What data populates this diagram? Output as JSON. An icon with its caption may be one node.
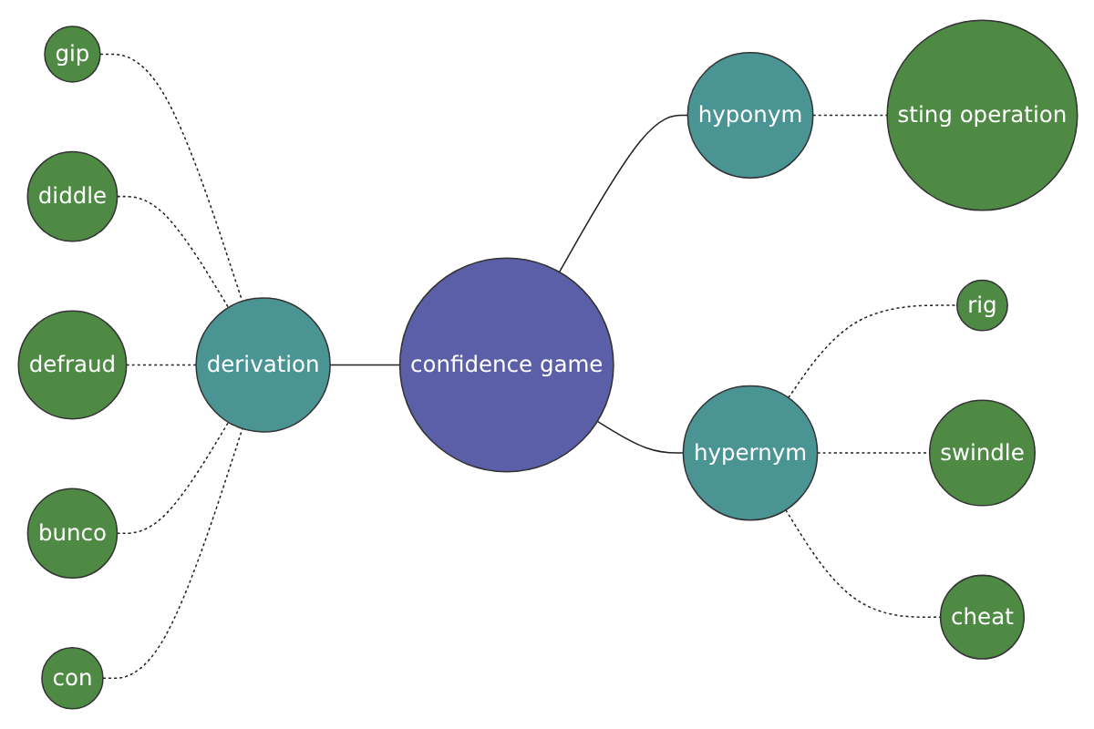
{
  "diagram": {
    "nodes": [
      {
        "text": [
          "confidence game"
        ]
      },
      {
        "text": [
          "hyponym"
        ]
      },
      {
        "text": [
          "sting operation"
        ]
      },
      {
        "text": [
          "hypernym"
        ]
      },
      {
        "text": [
          "rig"
        ]
      },
      {
        "text": [
          "swindle"
        ]
      },
      {
        "text": [
          "cheat"
        ]
      },
      {
        "text": [
          "derivation"
        ]
      },
      {
        "text": [
          "gip"
        ]
      },
      {
        "text": [
          "diddle"
        ]
      },
      {
        "text": [
          "defraud"
        ]
      },
      {
        "text": [
          "bunco"
        ]
      },
      {
        "text": [
          "con"
        ]
      }
    ],
    "edges": [
      {
        "from": 7,
        "to": 0,
        "arrow": "none"
      },
      {
        "from": 0,
        "to": 1,
        "arrow": "none"
      },
      {
        "from": 0,
        "to": 3,
        "arrow": "none"
      },
      {
        "from": 1,
        "to": 2,
        "arrow": "none",
        "style": "dashed"
      },
      {
        "from": 3,
        "to": 4,
        "arrow": "none",
        "style": "dashed"
      },
      {
        "from": 3,
        "to": 5,
        "arrow": "none",
        "style": "dashed"
      },
      {
        "from": 3,
        "to": 6,
        "arrow": "none",
        "style": "dashed"
      },
      {
        "from": 8,
        "to": 7,
        "arrow": "none",
        "style": "dashed"
      },
      {
        "from": 9,
        "to": 7,
        "arrow": "none",
        "style": "dashed"
      },
      {
        "from": 10,
        "to": 7,
        "arrow": "none",
        "style": "dashed"
      },
      {
        "from": 11,
        "to": 7,
        "arrow": "none",
        "style": "dashed"
      },
      {
        "from": 12,
        "to": 7,
        "arrow": "none",
        "style": "dashed"
      }
    ]
  }
}
